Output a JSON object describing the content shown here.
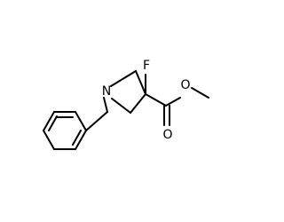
{
  "molecule": {
    "atoms": {
      "nitrogen": {
        "label": "N",
        "color": "#000000"
      },
      "fluorine": {
        "label": "F",
        "color": "#000000"
      },
      "ester_oxygen": {
        "label": "O",
        "color": "#000000"
      },
      "carbonyl_oxygen": {
        "label": "O",
        "color": "#000000"
      }
    }
  }
}
